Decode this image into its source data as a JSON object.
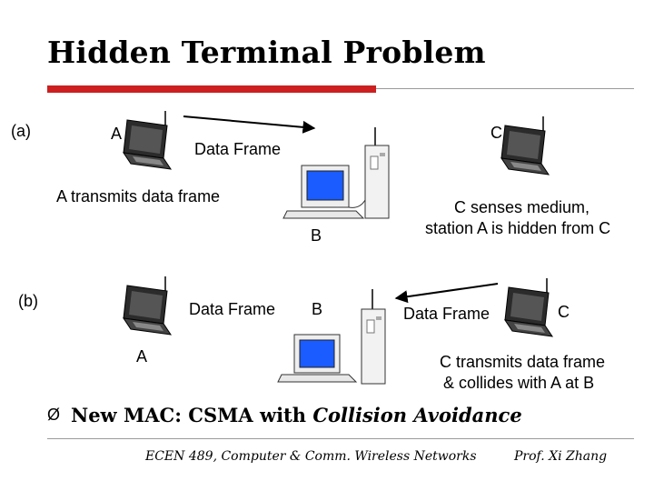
{
  "title": "Hidden Terminal Problem",
  "panel_a": {
    "label": "(a)",
    "node_a": "A",
    "node_b": "B",
    "node_c": "C",
    "frame_label": "Data Frame",
    "caption_left": "A transmits data frame",
    "caption_right_line1": "C senses medium,",
    "caption_right_line2": "station A is hidden from C"
  },
  "panel_b": {
    "label": "(b)",
    "node_a": "A",
    "node_b": "B",
    "node_c": "C",
    "frame_label_left": "Data Frame",
    "frame_label_right": "Data Frame",
    "caption_line1": "C transmits data frame",
    "caption_line2": "& collides with A at B"
  },
  "bullet": {
    "mark": "Ø",
    "prefix": "New MAC:  CSMA with ",
    "emphasis": "Collision Avoidance"
  },
  "footer": {
    "course": "ECEN 489, Computer & Comm. Wireless Networks",
    "author": "Prof. Xi Zhang"
  },
  "colors": {
    "accent_bar": "#cc1f1f",
    "screen_blue": "#1a5cff",
    "laptop_dark": "#333333"
  }
}
